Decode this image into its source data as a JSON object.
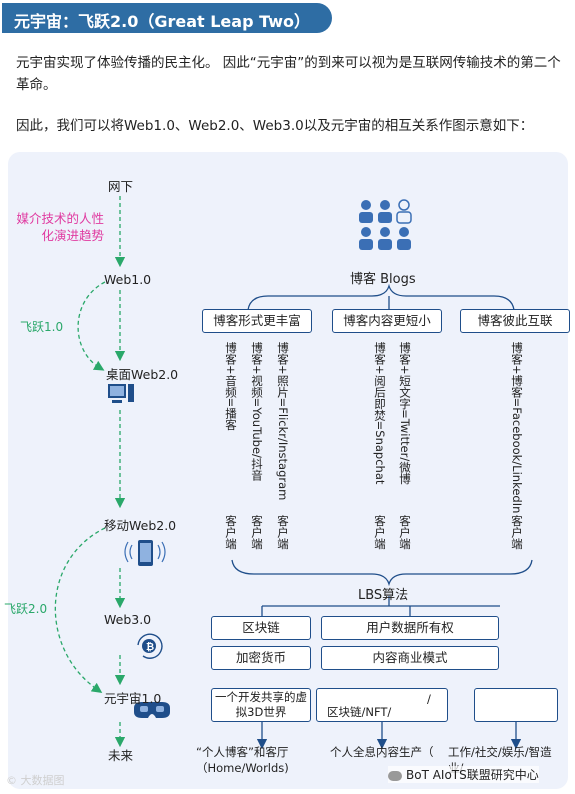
{
  "title": "元宇宙：飞跃2.0（Great Leap Two）",
  "paragraphs": [
    "元宇宙实现了体验传播的民主化。 因此“元宇宙”的到来可以视为是互联网传输技术的第二个革命。",
    "因此，我们可以将Web1.0、Web2.0、Web3.0以及元宇宙的相互关系作图示意如下："
  ],
  "timeline": {
    "nodes": [
      "网下",
      "Web1.0",
      "桌面Web2.0",
      "移动Web2.0",
      "Web3.0",
      "元宇宙1.0",
      "未来"
    ],
    "trend_label": [
      "媒介技术的人性",
      "化演进趋势"
    ],
    "leap1": "飞跃1.0",
    "leap2": "飞跃2.0"
  },
  "blogs": {
    "title": "博客 Blogs",
    "categories": [
      "博客形式更丰富",
      "博客内容更短小",
      "博客彼此互联"
    ],
    "columns": [
      "博客+音频=播客",
      "博客+视频=YouTube/抖音",
      "博客+照片=Flickr/Instagram",
      "博客+阅后即焚=Snapchat",
      "博客+短文字=Twitter/微博",
      "博客+博客=Facebook/LinkedIn"
    ],
    "client_label": "客户端"
  },
  "lbs": "LBS算法",
  "web3_boxes": [
    "区块链",
    "用户数据所有权",
    "加密货币",
    "内容商业模式"
  ],
  "metaverse_boxes": [
    "一个开发共享的虚拟3D世界",
    "区块链/NFT/",
    ""
  ],
  "metaverse_slash": "/",
  "future_texts": [
    "“个人博客”和客厅（Home/Worlds)",
    "个人全息内容生产（",
    "工作/社交/娱乐/智造业/…"
  ],
  "watermarks": {
    "left": "© 大数据图",
    "right": "BoT AIoTS联盟研究中心"
  },
  "colors": {
    "primary": "#1f4e8a",
    "title_bg": "#2e6da4",
    "pink": "#e03aa0",
    "green": "#2aa86a",
    "panel": "#eef2fb"
  },
  "icons": [
    "people-group-icon",
    "desktop-computer-icon",
    "mobile-phone-icon",
    "bitcoin-cycle-icon",
    "vr-headset-icon"
  ]
}
